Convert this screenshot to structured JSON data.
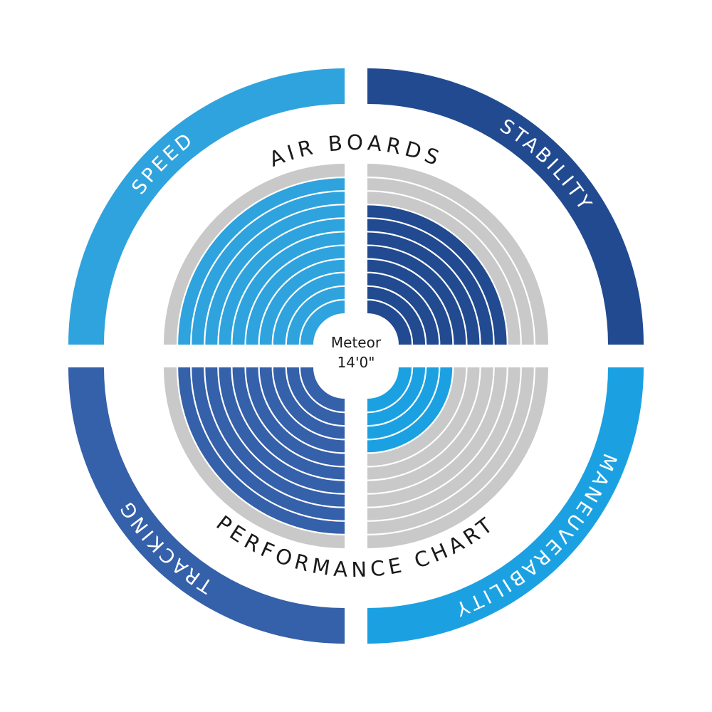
{
  "chart_data": {
    "type": "radial-bar",
    "title_top": "AIR  BOARDS",
    "title_bottom": "PERFORMANCE CHART",
    "product": {
      "name": "Meteor",
      "size": "14'0\""
    },
    "max_level": 11,
    "categories": [
      "SPEED",
      "STABILITY",
      "MANEUVERABILITY",
      "TRACKING"
    ],
    "values": [
      10,
      8,
      4,
      10
    ],
    "quadrants": [
      "top-left",
      "top-right",
      "bottom-right",
      "bottom-left"
    ],
    "colors": [
      "#2fa3dd",
      "#214a90",
      "#1ba1e2",
      "#3560aa"
    ],
    "empty_color": "#c9c9c9"
  }
}
